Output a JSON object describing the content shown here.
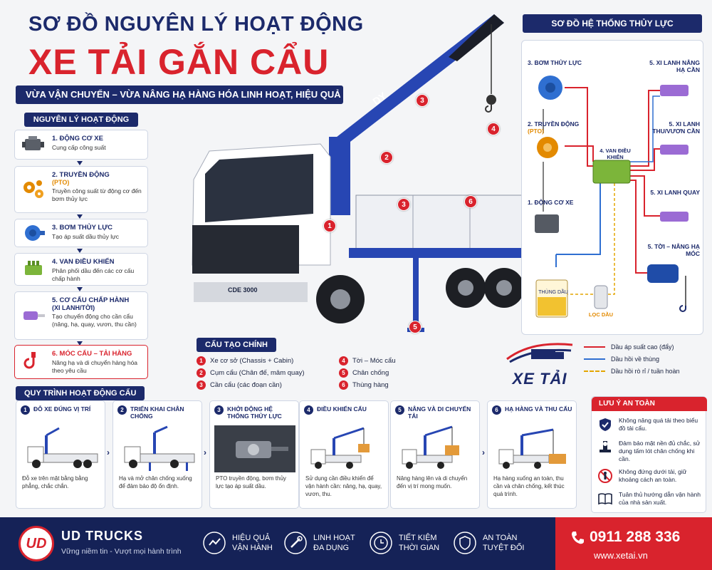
{
  "header": {
    "title_line1": "SƠ ĐỒ NGUYÊN LÝ HOẠT ĐỘNG",
    "title_line2": "XE TẢI GẮN CẨU",
    "subtitle": "VỪA VẬN CHUYỂN – VỪA NÂNG HẠ HÀNG HÓA LINH HOẠT, HIỆU QUẢ"
  },
  "principle": {
    "heading": "NGUYÊN LÝ HOẠT ĐỘNG",
    "steps": [
      {
        "title": "1. ĐỘNG CƠ XE",
        "sub": "",
        "desc": "Cung cấp công suất",
        "icon": "engine-icon"
      },
      {
        "title": "2. TRUYỀN ĐỘNG",
        "sub": "(PTO)",
        "desc": "Truyền công suất từ động cơ đến bơm thủy lực",
        "icon": "gears-icon"
      },
      {
        "title": "3. BƠM THỦY LỰC",
        "sub": "",
        "desc": "Tạo áp suất dầu thủy lực",
        "icon": "pump-icon"
      },
      {
        "title": "4. VAN ĐIỀU KHIỂN",
        "sub": "",
        "desc": "Phân phối dầu đến các cơ cấu chấp hành",
        "icon": "valve-icon"
      },
      {
        "title": "5. CƠ CẤU CHẤP HÀNH",
        "sub": "(XI LANH/TỜI)",
        "desc": "Tạo chuyển động cho cần cẩu (nâng, hạ, quay, vươn, thu cần)",
        "icon": "cylinder-icon"
      },
      {
        "title": "6. MÓC CẨU – TẢI HÀNG",
        "sub": "",
        "desc": "Nâng hạ và di chuyển hàng hóa theo yêu cầu",
        "icon": "hook-icon"
      }
    ]
  },
  "hydraulic": {
    "heading": "SƠ ĐỒ HỆ THỐNG THỦY LỰC",
    "pump": "3. BƠM THỦY LỰC",
    "transmission": "2. TRUYỀN ĐỘNG",
    "pto": "(PTO)",
    "engine": "1. ĐỘNG CƠ XE",
    "valve": "4. VAN ĐIỀU KHIỂN",
    "cyl_lift": "5. XI LANH NÂNG HẠ CẦN",
    "cyl_extend": "5. XI LANH THU/VƯƠN CẦN",
    "cyl_rotate": "5. XI LANH QUAY",
    "winch": "5. TỜI – NÂNG HẠ MÓC",
    "tank": "THÙNG DẦU",
    "filter": "LỌC DẦU"
  },
  "callouts": [
    "1",
    "2",
    "3",
    "3",
    "4",
    "5",
    "6"
  ],
  "structure": {
    "heading": "CẤU TẠO CHÍNH",
    "items": [
      {
        "n": "1",
        "label": "Xe cơ sở (Chassis + Cabin)"
      },
      {
        "n": "2",
        "label": "Cụm cẩu (Chân đế, mâm quay)"
      },
      {
        "n": "3",
        "label": "Cần cẩu (các đoạn cần)"
      },
      {
        "n": "4",
        "label": "Tời – Móc cẩu"
      },
      {
        "n": "5",
        "label": "Chân chống"
      },
      {
        "n": "6",
        "label": "Thùng hàng"
      }
    ]
  },
  "legend": {
    "items": [
      {
        "label": "Dầu áp suất cao (đẩy)",
        "color": "#d9232d",
        "style": "solid"
      },
      {
        "label": "Dầu hồi về thùng",
        "color": "#2f6fd1",
        "style": "solid"
      },
      {
        "label": "Dầu hồi rò rỉ / tuần hoàn",
        "color": "#e3a500",
        "style": "dashed"
      }
    ]
  },
  "brand": {
    "logo": "XE TẢI"
  },
  "truck": {
    "badge_model": "CDE 3000",
    "boom_brand": "DY"
  },
  "process": {
    "heading": "QUY TRÌNH HOẠT ĐỘNG CẨU",
    "steps": [
      {
        "n": "1",
        "title": "ĐỖ XE ĐÚNG VỊ TRÍ",
        "desc": "Đỗ xe trên mặt bằng bằng phẳng, chắc chắn."
      },
      {
        "n": "2",
        "title": "TRIỂN KHAI CHÂN CHỐNG",
        "desc": "Hạ và mở chân chống xuống để đảm bảo độ ổn định."
      },
      {
        "n": "3",
        "title": "KHỞI ĐỘNG HỆ THỐNG THỦY LỰC",
        "desc": "PTO truyền động, bơm thủy lực tạo áp suất dầu."
      },
      {
        "n": "4",
        "title": "ĐIỀU KHIỂN CẨU",
        "desc": "Sử dụng cần điều khiển để vận hành cần: nâng, hạ, quay, vươn, thu."
      },
      {
        "n": "5",
        "title": "NÂNG VÀ DI CHUYỂN TẢI",
        "desc": "Nâng hàng lên và di chuyển đến vị trí mong muốn."
      },
      {
        "n": "6",
        "title": "HẠ HÀNG VÀ THU CẨU",
        "desc": "Hạ hàng xuống an toàn, thu cần và chân chống, kết thúc quá trình."
      }
    ]
  },
  "safety": {
    "heading": "LƯU Ý AN TOÀN",
    "items": [
      {
        "label": "Không nâng quá tải theo biểu đồ tải cẩu.",
        "icon": "shield-icon"
      },
      {
        "label": "Đảm bảo mặt nền đủ chắc, sử dụng tấm lót chân chống khi cần.",
        "icon": "outrigger-pad-icon"
      },
      {
        "label": "Không đứng dưới tải, giữ khoảng cách an toàn.",
        "icon": "no-stand-icon"
      },
      {
        "label": "Tuân thủ hướng dẫn vận hành của nhà sản xuất.",
        "icon": "book-icon"
      }
    ]
  },
  "footer": {
    "brand": "UD TRUCKS",
    "brand_mark": "UD",
    "tagline": "Vững niềm tin - Vượt mọi hành trình",
    "features": [
      {
        "l1": "HIỆU QUẢ",
        "l2": "VẬN HÀNH",
        "icon": "efficiency-icon"
      },
      {
        "l1": "LINH HOẠT",
        "l2": "ĐA DỤNG",
        "icon": "tools-icon"
      },
      {
        "l1": "TIẾT KIỆM",
        "l2": "THỜI GIAN",
        "icon": "clock-icon"
      },
      {
        "l1": "AN TOÀN",
        "l2": "TUYỆT ĐỐI",
        "icon": "safety-shield-icon"
      }
    ],
    "phone": "0911 288 336",
    "website": "www.xetai.vn"
  }
}
